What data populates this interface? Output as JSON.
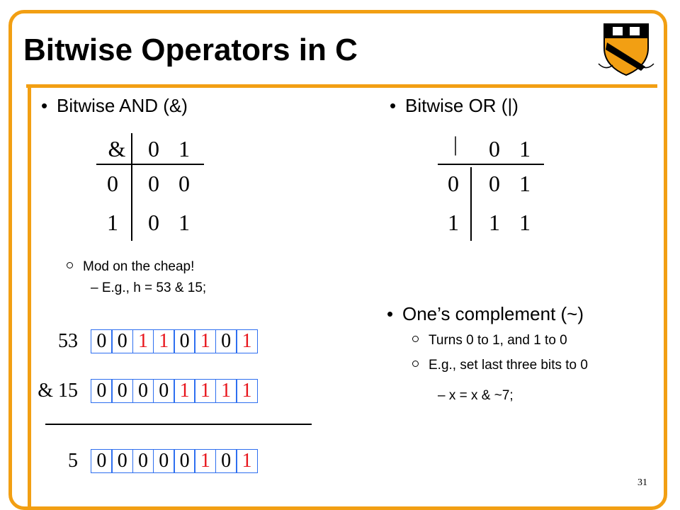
{
  "slide": {
    "title": "Bitwise Operators in C",
    "page_number": "31",
    "accent_color": "#f29f13",
    "bit_box_color": "#2e6ff0",
    "one_bit_color": "#e8151c"
  },
  "and_section": {
    "heading": "Bitwise AND (&)",
    "truth_table": {
      "operator": "&",
      "col_headers": [
        "0",
        "1"
      ],
      "rows": [
        {
          "label": "0",
          "cells": [
            "0",
            "0"
          ]
        },
        {
          "label": "1",
          "cells": [
            "0",
            "1"
          ]
        }
      ]
    },
    "sub_bullet": "Mod on the cheap!",
    "example": "E.g., h = 53 & 15;",
    "example_rows": [
      {
        "label": "53",
        "bits": [
          "0",
          "0",
          "1",
          "1",
          "0",
          "1",
          "0",
          "1"
        ]
      },
      {
        "label": "& 15",
        "bits": [
          "0",
          "0",
          "0",
          "0",
          "1",
          "1",
          "1",
          "1"
        ]
      },
      {
        "label": "5",
        "bits": [
          "0",
          "0",
          "0",
          "0",
          "0",
          "1",
          "0",
          "1"
        ]
      }
    ]
  },
  "or_section": {
    "heading": "Bitwise OR (|)",
    "truth_table": {
      "operator": "|",
      "col_headers": [
        "0",
        "1"
      ],
      "rows": [
        {
          "label": "0",
          "cells": [
            "0",
            "1"
          ]
        },
        {
          "label": "1",
          "cells": [
            "1",
            "1"
          ]
        }
      ]
    }
  },
  "complement_section": {
    "heading": "One’s complement (~)",
    "sub_bullets": [
      "Turns 0 to 1, and 1 to 0",
      "E.g., set last three bits to 0"
    ],
    "example": "x = x & ~7;"
  },
  "icons": {
    "logo": "princeton-shield-icon"
  }
}
